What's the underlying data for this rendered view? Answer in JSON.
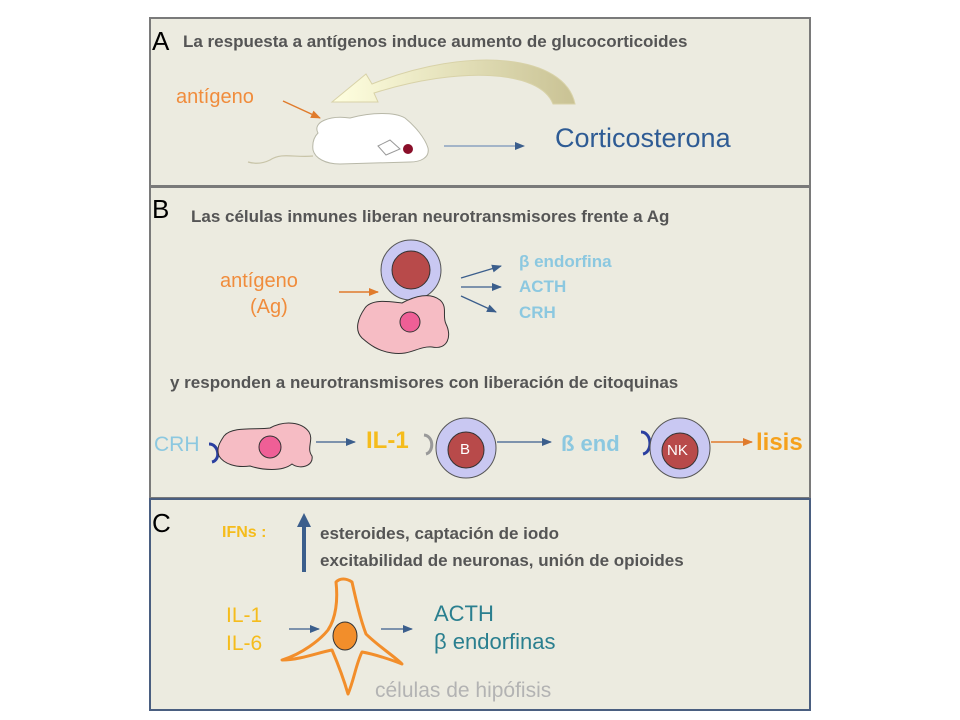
{
  "panel_a": {
    "letter": "A",
    "heading": "La respuesta a antígenos induce aumento de glucocorticoides",
    "antigen": "antígeno",
    "output": "Corticosterona"
  },
  "panel_b": {
    "letter": "B",
    "heading": "Las células inmunes liberan neurotransmisores frente a Ag",
    "antigen_line1": "antígeno",
    "antigen_line2": "(Ag)",
    "outputs": [
      "β endorfina",
      "ACTH",
      "CRH"
    ],
    "heading2": "y responden a neurotransmisores con liberación de citoquinas",
    "chain": {
      "crh": "CRH",
      "il1": "IL-1",
      "b_cell": "B",
      "b_end": "ß end",
      "nk_cell": "NK",
      "lysis": "lisis"
    }
  },
  "panel_c": {
    "letter": "C",
    "ifn_label": "IFNs :",
    "effect1": "esteroides, captación de iodo",
    "effect2": "excitabilidad de neuronas, unión de  opioides",
    "inputs": [
      "IL-1",
      "IL-6"
    ],
    "outputs": [
      "ACTH",
      "β endorfinas"
    ],
    "cell_label": "células de hipófisis"
  },
  "colors": {
    "panel_bg": "#ecebe0",
    "orange": "#f08c3c",
    "cyan": "#8cc8e0",
    "yellow": "#f5bc1c",
    "teal": "#2a7f8f",
    "blue": "#2e5b94",
    "lavender": "#c9c8f2",
    "red_cell": "#b84a4a",
    "pink": "#f6bcc4"
  }
}
